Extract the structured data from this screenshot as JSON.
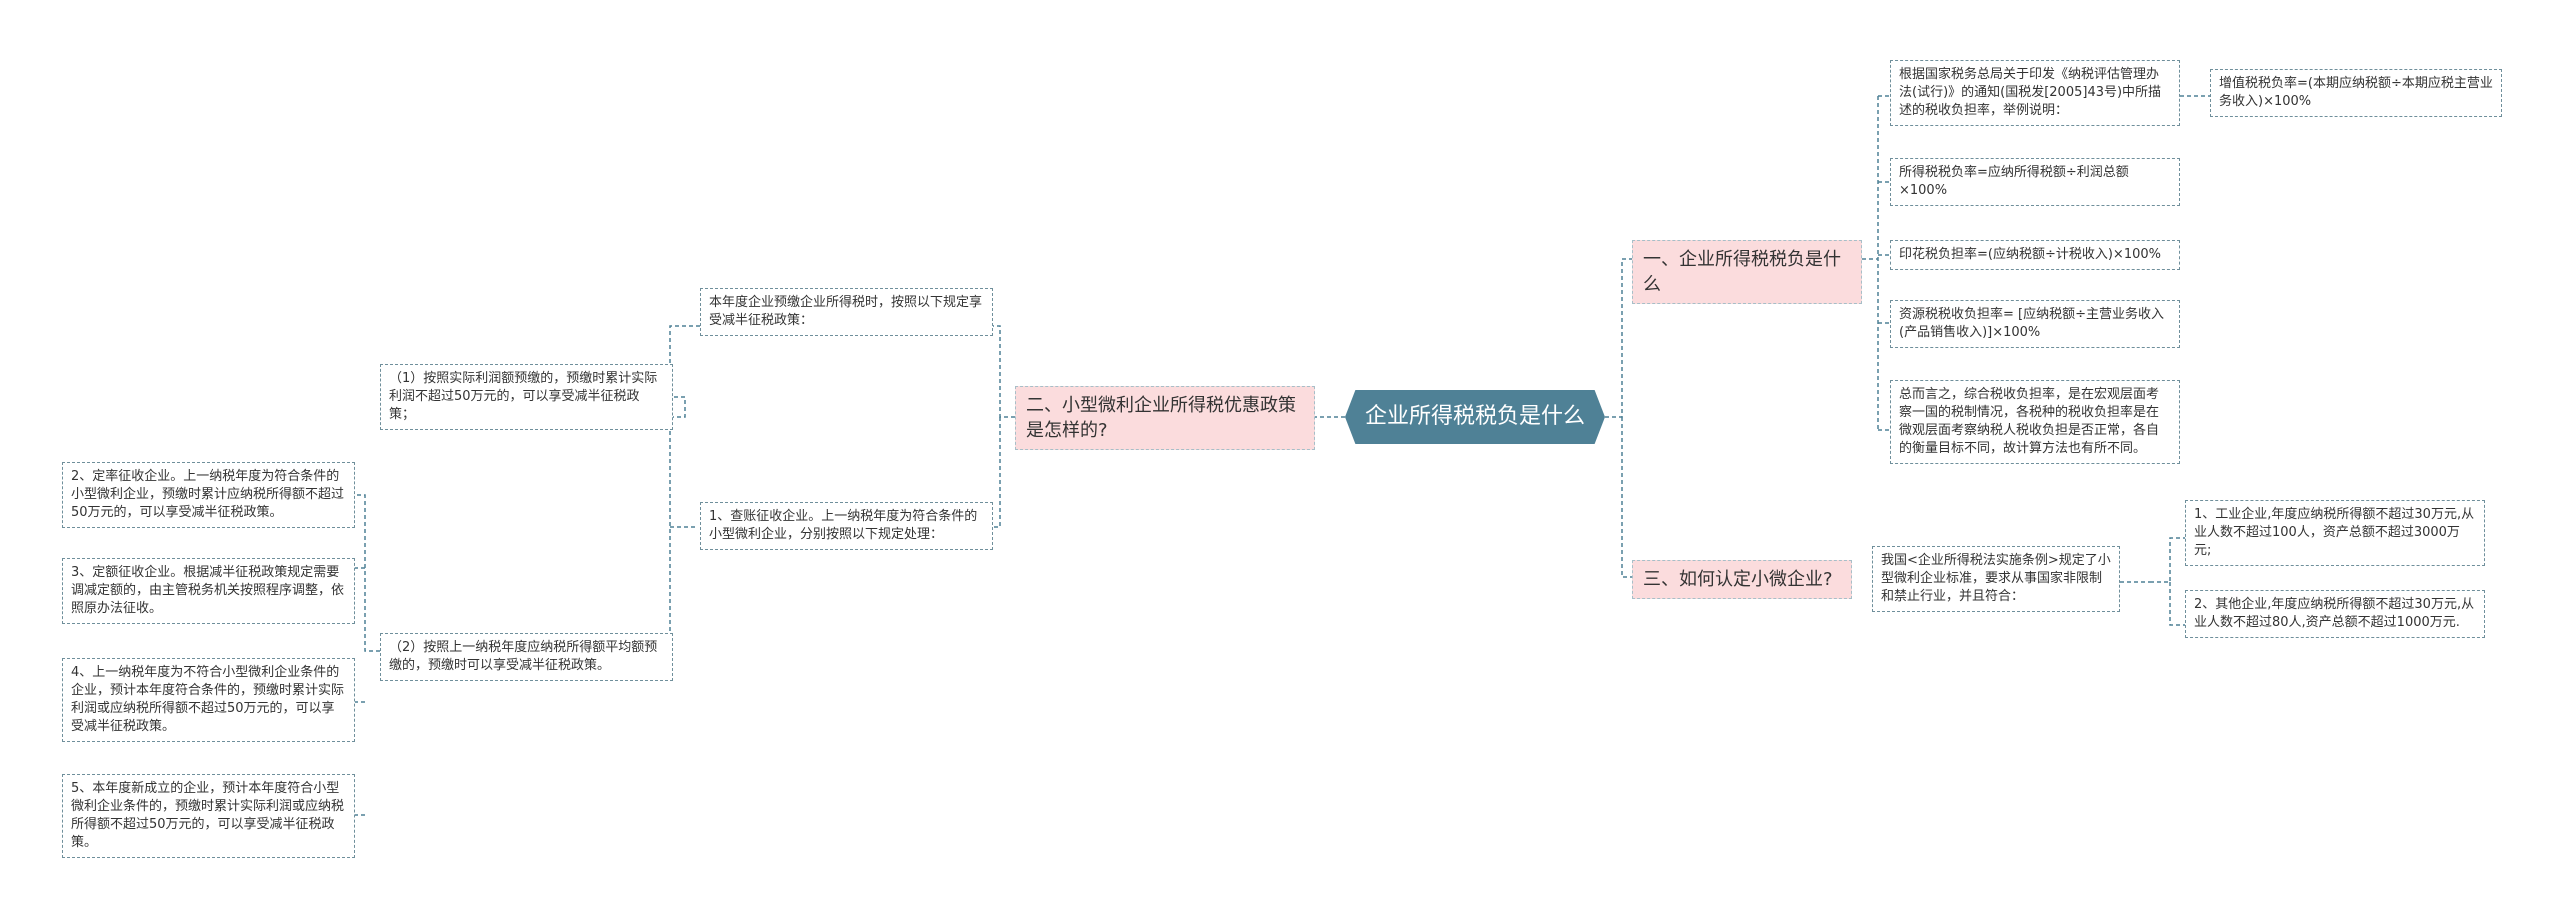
{
  "root": {
    "label": "企业所得税税负是什么"
  },
  "branches": [
    {
      "label": "一、企业所得税税负是什么",
      "children": [
        {
          "label": "根据国家税务总局关于印发《纳税评估管理办法(试行)》的通知(国税发[2005]43号)中所描述的税收负担率，举例说明：",
          "children": [
            {
              "label": "增值税税负率=(本期应纳税额÷本期应税主营业务收入)×100%"
            }
          ]
        },
        {
          "label": "所得税税负率=应纳所得税额÷利润总额×100%"
        },
        {
          "label": "印花税负担率=(应纳税额÷计税收入)×100%"
        },
        {
          "label": "资源税税收负担率= [应纳税额÷主营业务收入(产品销售收入)]×100%"
        },
        {
          "label": "总而言之，综合税收负担率，是在宏观层面考察一国的税制情况，各税种的税收负担率是在微观层面考察纳税人税收负担是否正常，各自的衡量目标不同，故计算方法也有所不同。"
        }
      ]
    },
    {
      "label": "三、如何认定小微企业?",
      "children": [
        {
          "label": "我国<企业所得税法实施条例>规定了小型微利企业标准，要求从事国家非限制和禁止行业，并且符合：",
          "children": [
            {
              "label": "1、工业企业,年度应纳税所得额不超过30万元,从业人数不超过100人，资产总额不超过3000万元;"
            },
            {
              "label": "2、其他企业,年度应纳税所得额不超过30万元,从业人数不超过80人,资产总额不超过1000万元."
            }
          ]
        }
      ]
    },
    {
      "label": "二、小型微利企业所得税优惠政策是怎样的?",
      "children": [
        {
          "label": "本年度企业预缴企业所得税时，按照以下规定享受减半征税政策：",
          "children": [
            {
              "label": "（1）按照实际利润额预缴的，预缴时累计实际利润不超过50万元的，可以享受减半征税政策；"
            }
          ]
        },
        {
          "label": "1、查账征收企业。上一纳税年度为符合条件的小型微利企业，分别按照以下规定处理：",
          "children": [
            {
              "label": "（2）按照上一纳税年度应纳税所得额平均额预缴的，预缴时可以享受减半征税政策。",
              "children": [
                {
                  "label": "2、定率征收企业。上一纳税年度为符合条件的小型微利企业，预缴时累计应纳税所得额不超过50万元的，可以享受减半征税政策。"
                },
                {
                  "label": "3、定额征收企业。根据减半征税政策规定需要调减定额的，由主管税务机关按照程序调整，依照原办法征收。"
                },
                {
                  "label": "4、上一纳税年度为不符合小型微利企业条件的企业，预计本年度符合条件的，预缴时累计实际利润或应纳税所得额不超过50万元的，可以享受减半征税政策。"
                },
                {
                  "label": "5、本年度新成立的企业，预计本年度符合小型微利企业条件的，预缴时累计实际利润或应纳税所得额不超过50万元的，可以享受减半征税政策。"
                }
              ]
            }
          ]
        }
      ]
    }
  ]
}
